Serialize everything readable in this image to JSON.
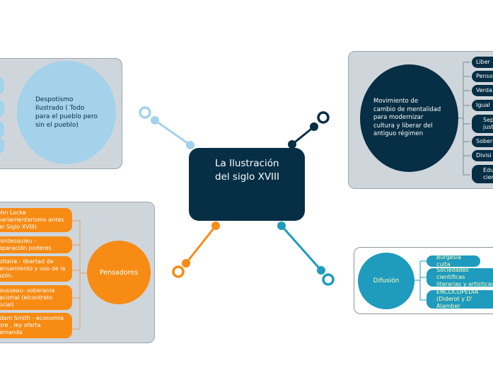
{
  "central": {
    "label": "La Ilustración del siglo XVIII"
  },
  "despotismo": {
    "label": "Despotismo Ilustrado ( Todo para el pueblo pero sin el pueblo)"
  },
  "pensadores": {
    "label": "Pensadores",
    "items": [
      "John Locke (parlamentarismo antes del Siglo XVIII)",
      "Montesquieu - separación poderes",
      "Voltaire - libertad de pensamiento y uso de la razón.",
      "Rousseau- soberanía nacional (elcontrato social)",
      "Adam Smith - economía libre , ley oferta demanda"
    ]
  },
  "movimiento": {
    "label": "Movimiento de cambio de mentalidad para modernizar cultura y liberar del antiguo régimen",
    "items": [
      "Liber",
      "Penso",
      "Verda",
      "Igual",
      "Sepa\njustic",
      "Sober",
      "Divisi",
      "Educ\ncien"
    ]
  },
  "difusion": {
    "label": "Difusión",
    "items": [
      "Burgesia culta",
      "Sociedades cientificas\nliterarias y artisticas",
      "ENCLICOPEDIA\n(Diderot y D' Alamber"
    ]
  },
  "colors": {
    "navy": "#062e44",
    "orange": "#f88b14",
    "light_blue": "#a3d2ea",
    "teal": "#1f9bbd",
    "panel": "#cfd6db"
  }
}
